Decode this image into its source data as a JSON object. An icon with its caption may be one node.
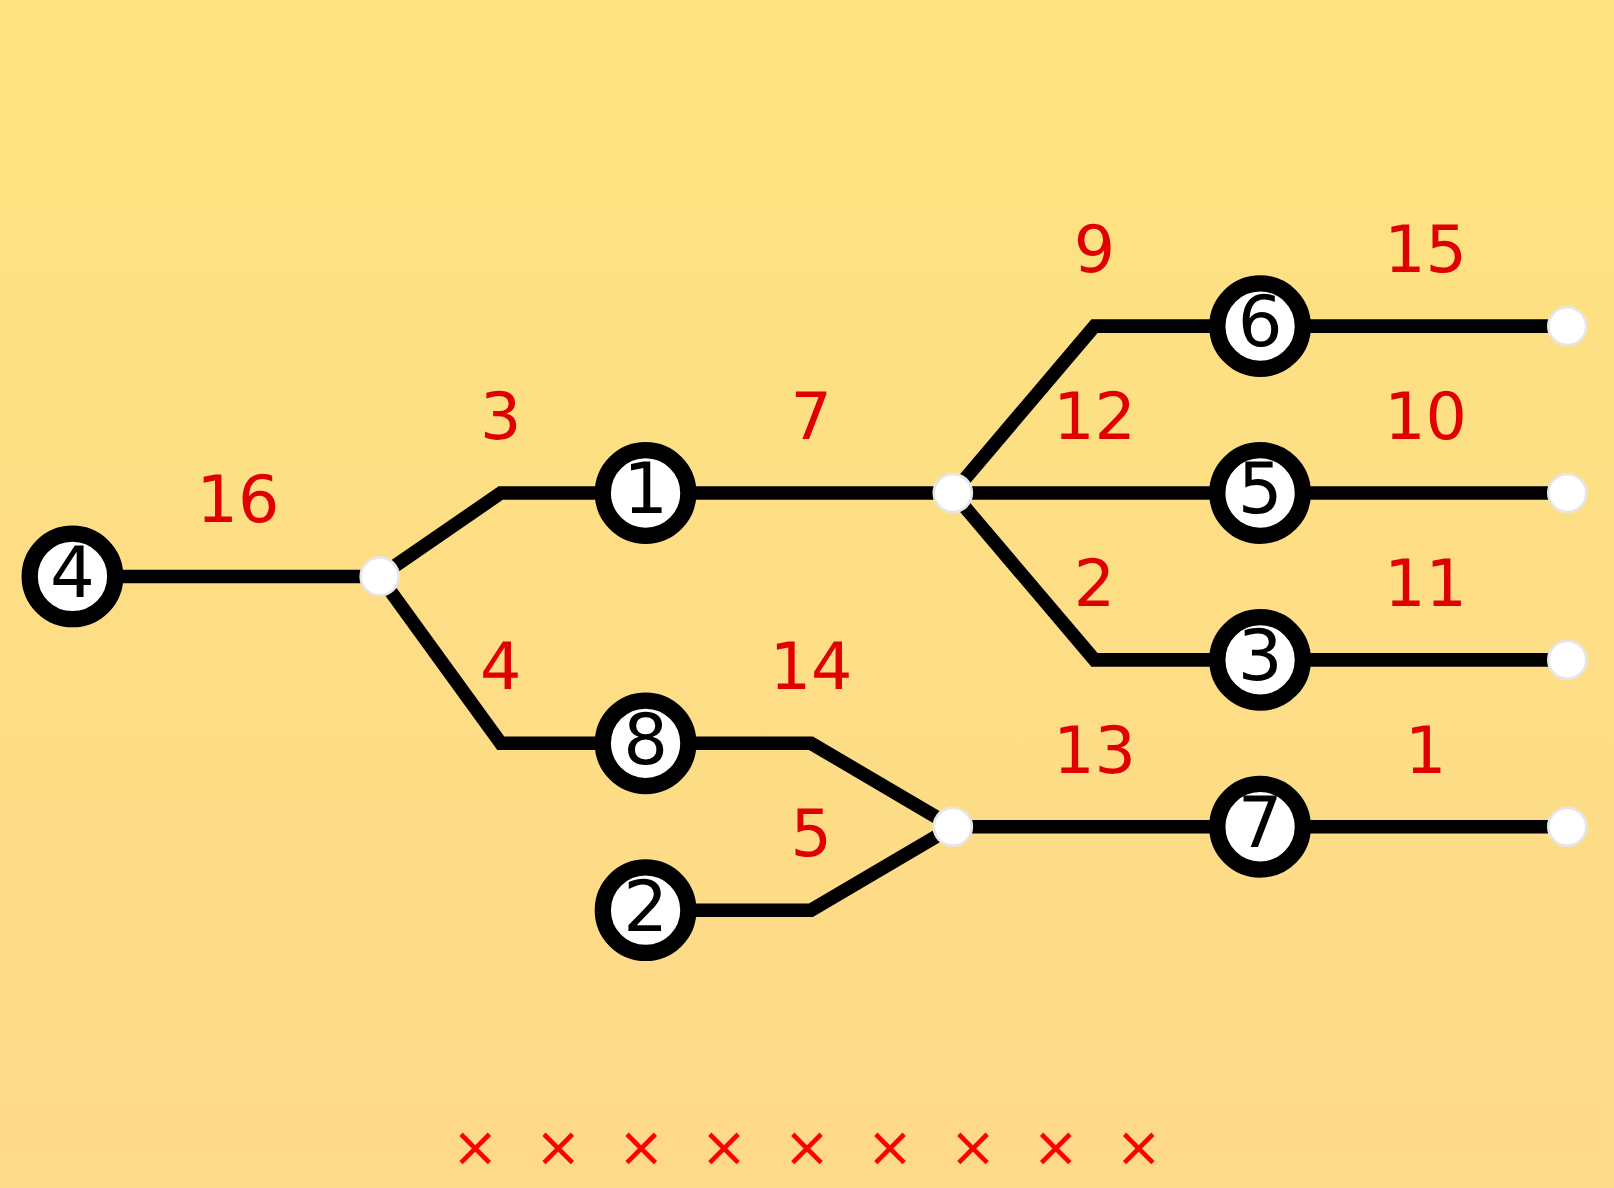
{
  "diagram": {
    "nodes": [
      {
        "text": [
          "1"
        ]
      },
      {
        "text": [
          "2"
        ]
      },
      {
        "text": [
          "3"
        ]
      },
      {
        "text": [
          "4"
        ]
      },
      {
        "text": [
          "5"
        ]
      },
      {
        "text": [
          "6"
        ]
      },
      {
        "text": [
          "7"
        ]
      },
      {
        "text": [
          "8"
        ]
      },
      {
        "text": [],
        "shape": "circle"
      },
      {
        "text": [],
        "shape": "circle"
      },
      {
        "text": [],
        "shape": "circle"
      },
      {
        "text": [],
        "shape": "circle"
      },
      {
        "text": [],
        "shape": "circle"
      },
      {
        "text": [],
        "shape": "circle"
      },
      {
        "text": [],
        "shape": "circle"
      }
    ],
    "edges": [
      {
        "from": 3,
        "to": 9,
        "arrow": "none",
        "label": "16"
      },
      {
        "from": 9,
        "to": 0,
        "arrow": "none",
        "label": "3"
      },
      {
        "from": 9,
        "to": 7,
        "arrow": "none",
        "label": "4"
      },
      {
        "from": 7,
        "to": 12,
        "arrow": "none",
        "label": "14"
      },
      {
        "from": 1,
        "to": 12,
        "arrow": "none",
        "label": "5"
      },
      {
        "from": 12,
        "to": 6,
        "arrow": "none",
        "label": "13"
      },
      {
        "from": 6,
        "to": 14,
        "arrow": "none",
        "label": "1"
      },
      {
        "from": 0,
        "to": 11,
        "arrow": "none",
        "label": "7"
      },
      {
        "from": 11,
        "to": 5,
        "arrow": "none",
        "label": "9"
      },
      {
        "from": 5,
        "to": 8,
        "arrow": "none",
        "label": "15"
      },
      {
        "from": 11,
        "to": 4,
        "arrow": "none",
        "label": "12"
      },
      {
        "from": 4,
        "to": 10,
        "arrow": "none",
        "label": "10"
      },
      {
        "from": 11,
        "to": 2,
        "arrow": "none",
        "label": "2"
      },
      {
        "from": 2,
        "to": 13,
        "arrow": "none",
        "label": "11"
      }
    ],
    "labels": [
      "×",
      "×",
      "×",
      "×",
      "×",
      "×",
      "×",
      "×",
      "×"
    ]
  }
}
